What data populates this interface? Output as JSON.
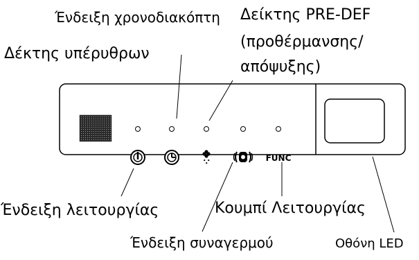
{
  "labels": {
    "timer_indicator": "Ένδειξη χρονοδιακόπτη",
    "predef_line1": "Δείκτης PRE-DEF",
    "predef_line2": "(προθέρμανσης/",
    "predef_line3": "απόψυξης)",
    "ir_receiver": "Δέκτης υπέρυθρων",
    "operation_indicator": "Ένδειξη λειτουργίας",
    "function_button": "Κουμπί Λειτουργίας",
    "alarm_indicator": "Ένδειξη συναγερμού",
    "led_display": "Οθόνη LED"
  },
  "panel": {
    "func_button_text": "FUNC"
  },
  "icons": [
    "power-icon",
    "timer-icon",
    "defrost-icon",
    "alarm-icon"
  ]
}
